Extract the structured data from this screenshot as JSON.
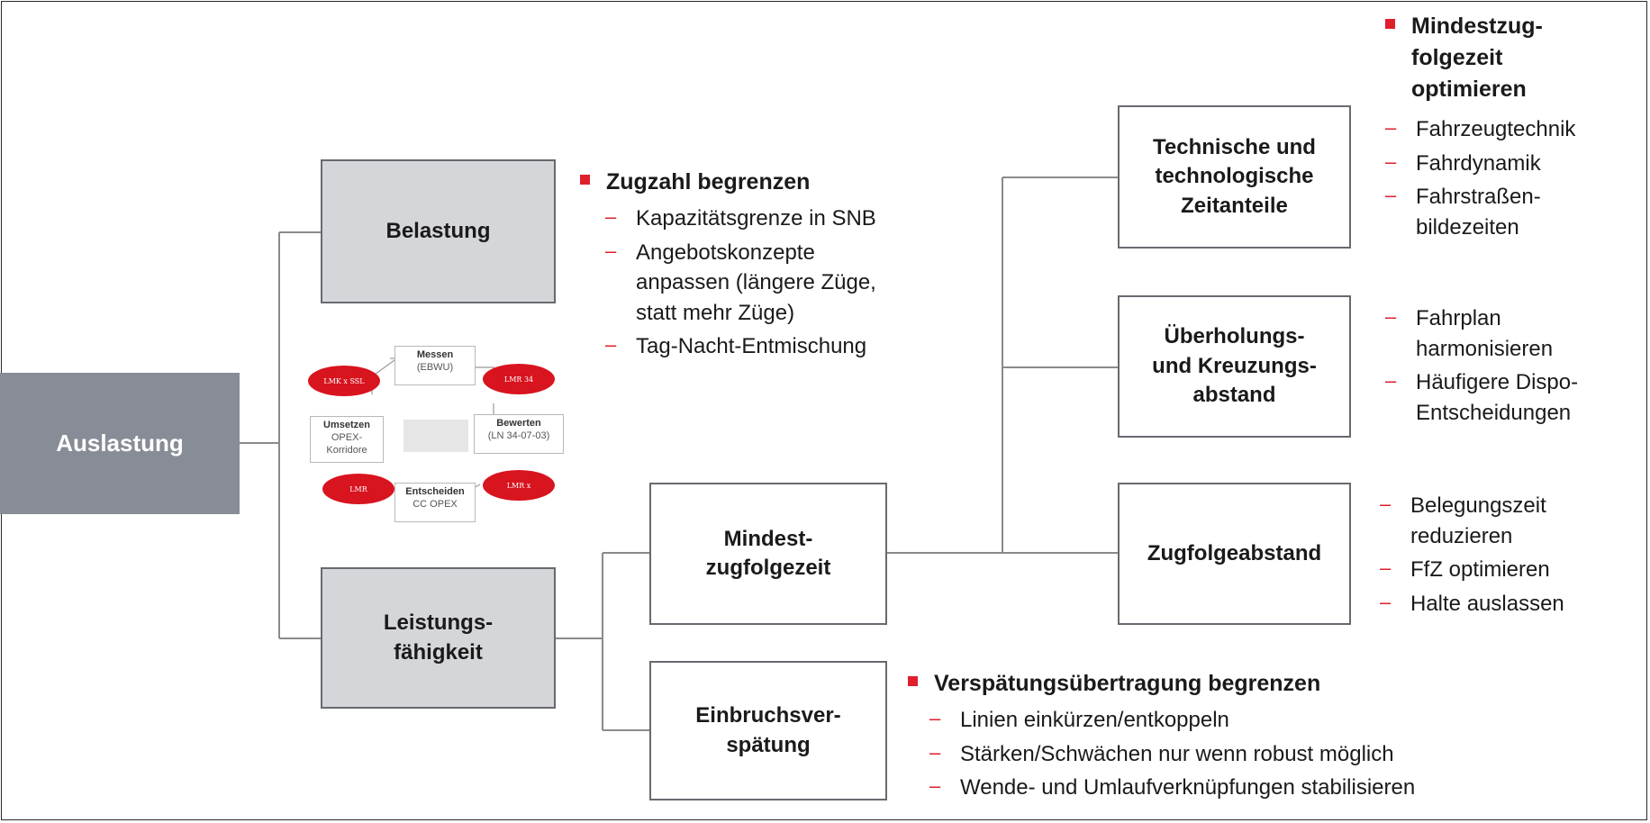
{
  "nodes": {
    "auslastung": "Auslastung",
    "belastung": "Belastung",
    "leistungsfaehigkeit": "Leistungs-\nfähigkeit",
    "mindestzugfolgezeit": "Mindest-\nzugfolgezeit",
    "einbruchsverspaetung": "Einbruchsver-\nspätung",
    "technische": "Technische und\ntechnologische\nZeitanteile",
    "ueberholung": "Überholungs-\nund Kreuzungs-\nabstand",
    "zugfolgeabstand": "Zugfolgeabstand"
  },
  "lists": {
    "zugzahl": {
      "heading": "Zugzahl begrenzen",
      "items": [
        "Kapazitätsgrenze in SNB",
        "Angebotskonzepte\nanpassen (längere Züge,\nstatt mehr Züge)",
        "Tag-Nacht-Entmischung"
      ]
    },
    "mindest_opt": {
      "heading": "Mindestzug-\nfolgezeit\noptimieren",
      "items": [
        "Fahrzeugtechnik",
        "Fahrdynamik",
        "Fahrstraßen-\nbildezeiten"
      ]
    },
    "ueberholung": {
      "items": [
        "Fahrplan\nharmonisieren",
        "Häufigere Dispo-\nEntscheidungen"
      ]
    },
    "zugfolge": {
      "items": [
        "Belegungszeit\nreduzieren",
        "FfZ optimieren",
        "Halte auslassen"
      ]
    },
    "verspaetung": {
      "heading": "Verspätungsübertragung begrenzen",
      "items": [
        "Linien einkürzen/entkoppeln",
        "Stärken/Schwächen nur wenn robust möglich",
        "Wende- und Umlaufverknüpfungen stabilisieren"
      ]
    }
  },
  "cycle": {
    "messen": {
      "title": "Messen",
      "sub": "(EBWU)"
    },
    "bewerten": {
      "title": "Bewerten",
      "sub": "(LN 34-07-03)"
    },
    "entscheiden": {
      "title": "Entscheiden",
      "sub": "CC OPEX"
    },
    "umsetzen": {
      "title": "Umsetzen",
      "sub": "OPEX-\nKorridore"
    },
    "ovals": {
      "top_left": "LMK x SSL",
      "top_right": "LMR 34",
      "bottom_right": "LMR x",
      "bottom_left": "LMR"
    }
  },
  "colors": {
    "accent": "#e01f2d",
    "root_fill": "#888c96",
    "level1_fill": "#d5d6d9",
    "border": "#666a70"
  }
}
